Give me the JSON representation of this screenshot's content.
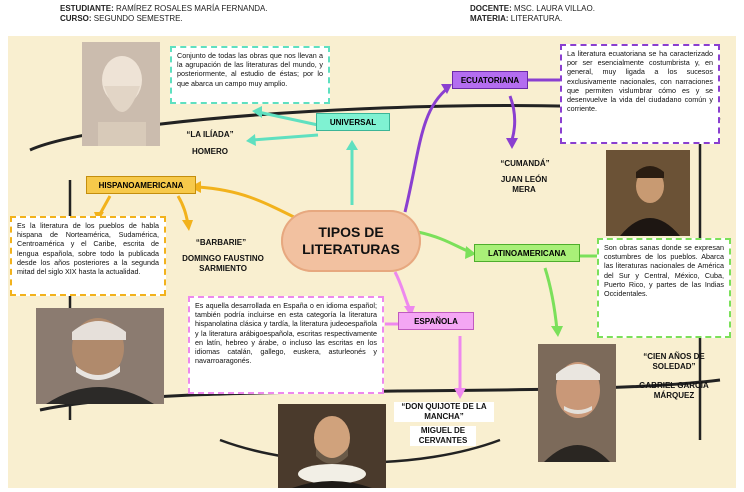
{
  "header": {
    "student_label": "ESTUDIANTE:",
    "student_value": "RAMÍREZ ROSALES MARÍA FERNANDA.",
    "course_label": "CURSO:",
    "course_value": "SEGUNDO SEMESTRE.",
    "teacher_label": "DOCENTE:",
    "teacher_value": "MSC. LAURA VILLAO.",
    "subject_label": "MATERIA:",
    "subject_value": "LITERATURA."
  },
  "center": {
    "title": "TIPOS DE LITERATURAS"
  },
  "colors": {
    "universal": "#5fe0c0",
    "ecuatoriana": "#8a3fd0",
    "hispanoamericana": "#f2b21c",
    "latinoamericana": "#7be05a",
    "espanola": "#ee88ee"
  },
  "branches": {
    "universal": {
      "label": "UNIVERSAL",
      "description": "Conjunto de todas las obras que nos llevan a la agrupación de las literaturas del mundo, y posteriormente, al estudio de éstas; por lo que abarca un campo muy amplio.",
      "work": "“LA ILÍADA”",
      "author": "HOMERO"
    },
    "ecuatoriana": {
      "label": "ECUATORIANA",
      "description": "La literatura ecuatoriana se ha caracterizado por ser esencialmente costumbrista y, en general, muy ligada a los sucesos exclusivamente nacionales, con narraciones que permiten vislumbrar cómo es y se desenvuelve la vida del ciudadano común y corriente.",
      "work": "“CUMANDÁ”",
      "author": "JUAN LEÓN MERA"
    },
    "hispanoamericana": {
      "label": "HISPANOAMERICANA",
      "description": "Es la literatura de los pueblos de habla hispana de Norteamérica, Sudamérica, Centroamérica y el Caribe, escrita de lengua española, sobre todo la publicada desde los años posteriores a la segunda mitad del siglo XIX hasta la actualidad.",
      "work": "“BARBARIE”",
      "author": "DOMINGO FAUSTINO SARMIENTO"
    },
    "latinoamericana": {
      "label": "LATINOAMERICANA",
      "description": "Son obras sanas donde se expresan costumbres de los pueblos. Abarca las literaturas nacionales de América del Sur y Central, México, Cuba, Puerto Rico, y partes de las Indias Occidentales.",
      "work": "“CIEN AÑOS DE SOLEDAD”",
      "author": "GABRIEL GARCÍA MÁRQUEZ"
    },
    "espanola": {
      "label": "ESPAÑOLA",
      "description": "Es aquella desarrollada en España o en idioma español; también podría incluirse en esta categoría la literatura hispanolatina clásica y tardía, la literatura judeoespañola y la literatura arábigoespañola, escritas respectivamente en latín, hebreo y árabe, o incluso las escritas en los idiomas catalán, gallego, euskera, asturleonés y navarroaragonés.",
      "work": "“DON QUIJOTE DE LA MANCHA”",
      "author": "MIGUEL DE CERVANTES"
    }
  }
}
